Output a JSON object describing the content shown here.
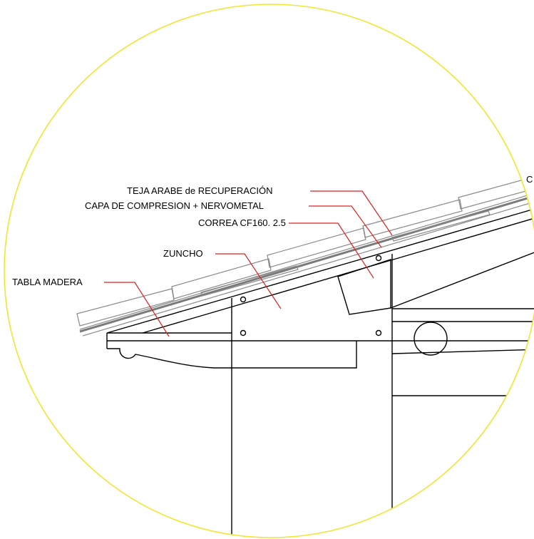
{
  "labels": {
    "teja": "TEJA ARABE de RECUPERACIÓN",
    "capa": "CAPA DE COMPRESION + NERVOMETAL",
    "correa": "CORREA CF160. 2.5",
    "zuncho": "ZUNCHO",
    "tabla": "TABLA MADERA",
    "cut_right": "C"
  },
  "colors": {
    "detail_circle": "#f2e531",
    "leader_lines": "#e02020",
    "linework": "#000000",
    "tile_outline": "#8a8a8a"
  }
}
